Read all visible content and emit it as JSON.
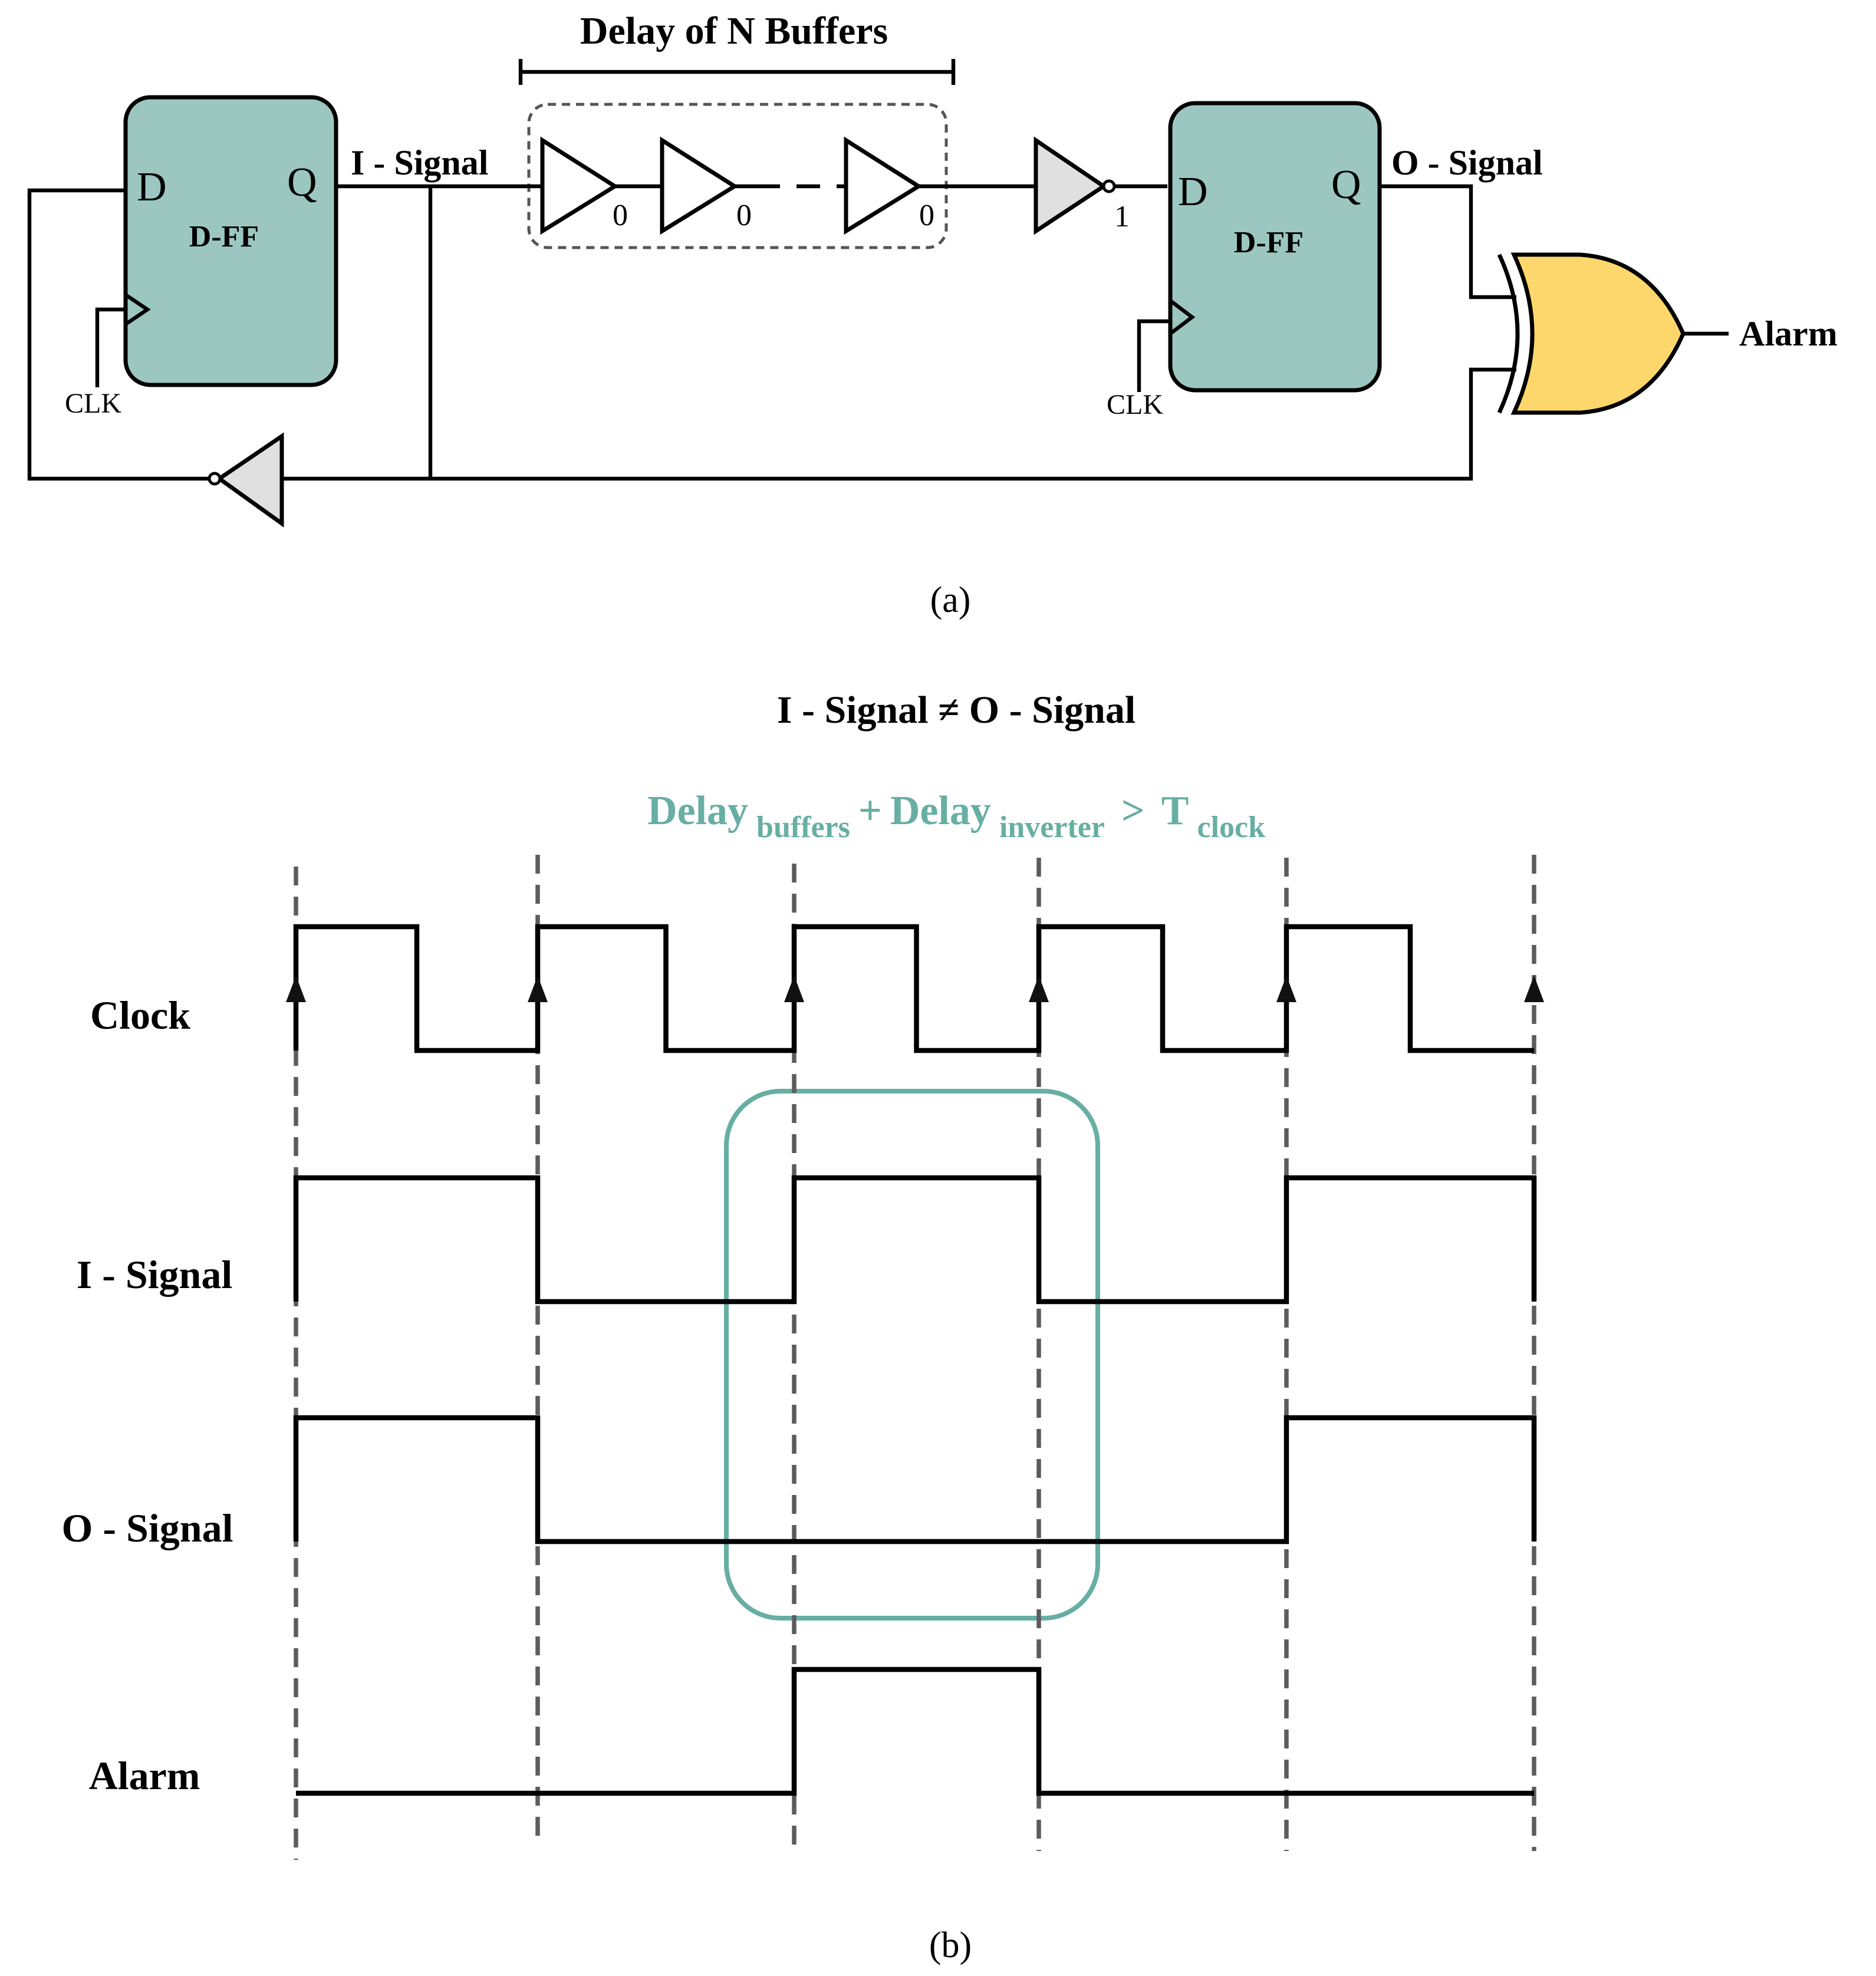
{
  "part_a": {
    "caption": "(a)",
    "buffer_group_title": "Delay of N Buffers",
    "dff1": {
      "label": "D-FF",
      "pin_d": "D",
      "pin_q": "Q",
      "clk": "CLK"
    },
    "dff2": {
      "label": "D-FF",
      "pin_d": "D",
      "pin_q": "Q",
      "clk": "CLK"
    },
    "i_signal_label": "I - Signal",
    "o_signal_label": "O - Signal",
    "alarm_label": "Alarm",
    "buffer_values": [
      "0",
      "0",
      "0"
    ],
    "inverter_value": "1",
    "colors": {
      "dff_fill": "#9bc7c0",
      "inverter_fill": "#e0e0e0",
      "xor_fill": "#fdd76b"
    }
  },
  "part_b": {
    "caption": "(b)",
    "condition_title": "I - Signal ≠ O - Signal",
    "equation": {
      "term1": "Delay",
      "term1_sub": "buffers",
      "plus": "+",
      "term2": "Delay",
      "term2_sub": "inverter",
      "gt": ">",
      "term3": "T",
      "term3_sub": "clock",
      "color": "#67aea3"
    },
    "signals": [
      {
        "name": "Clock",
        "levels": [
          1,
          0,
          1,
          0,
          1,
          0,
          1,
          0,
          1,
          0
        ]
      },
      {
        "name": "I - Signal",
        "levels": [
          1,
          0,
          1,
          0,
          1
        ]
      },
      {
        "name": "O - Signal",
        "levels": [
          1,
          0,
          0,
          0,
          1
        ]
      },
      {
        "name": "Alarm",
        "levels": [
          0,
          0,
          1,
          0,
          0
        ]
      }
    ],
    "highlight_color": "#67aea3"
  }
}
